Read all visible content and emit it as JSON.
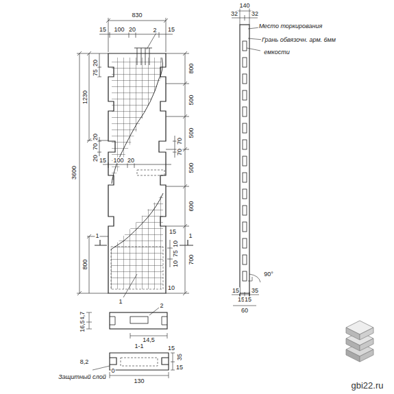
{
  "diagram": {
    "labels": [
      "830",
      "15",
      "100",
      "20",
      "2",
      "15",
      "20",
      "75",
      "1230",
      "3600",
      "800",
      "500",
      "500",
      "500",
      "600",
      "700",
      "800",
      "20",
      "70",
      "20",
      "15",
      "100",
      "20",
      "70",
      "70",
      "10",
      "75",
      "10",
      "15",
      "10",
      "1",
      "1",
      "1",
      "140",
      "32",
      "32",
      "Место торкирования",
      "Грань обвязочн. арм. 6мм",
      "емкости",
      "90°",
      "15",
      "35",
      "15",
      "15",
      "60",
      "2",
      "4,7",
      "16,5",
      "14,5",
      "1-1",
      "15",
      "35",
      "15",
      "8,2",
      "Защитный слой",
      "0",
      "130",
      "gbi22.ru"
    ]
  }
}
